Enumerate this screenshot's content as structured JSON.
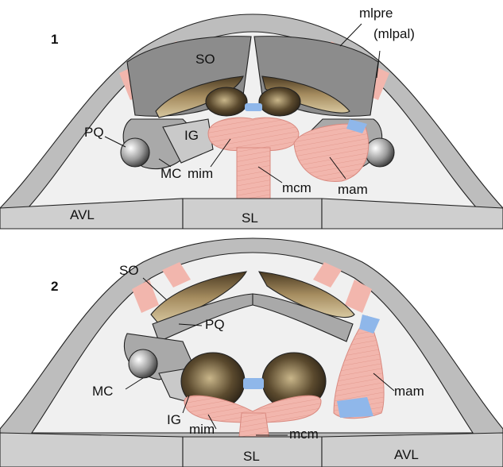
{
  "figure": {
    "panels": [
      {
        "number": "1",
        "labels": {
          "so": "SO",
          "mlpre": "mlpre",
          "mlpal": "(mlpal)",
          "ig": "IG",
          "pq": "PQ",
          "mc": "MC",
          "mim": "mim",
          "mcm": "mcm",
          "mam": "mam",
          "avl": "AVL",
          "sl": "SL"
        }
      },
      {
        "number": "2",
        "labels": {
          "so": "SO",
          "pq": "PQ",
          "mc": "MC",
          "ig": "IG",
          "mim": "mim",
          "mcm": "mcm",
          "mam": "mam",
          "sl": "SL",
          "avl": "AVL"
        }
      }
    ],
    "colors": {
      "bone_dark": "#8c8c8c",
      "bone_mid": "#a9a9a9",
      "bone_light": "#c9c9c9",
      "interior": "#f0f0f0",
      "muscle": "#f2b6ad",
      "muscle_stroke": "#d98a80",
      "ligament": "#8fb7ea",
      "tooth_plate": "#7a6440"
    }
  }
}
